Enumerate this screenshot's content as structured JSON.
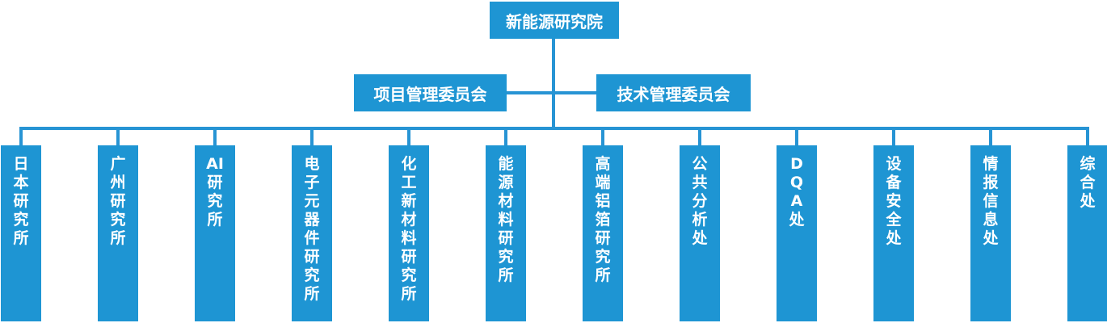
{
  "chart": {
    "type": "org-chart",
    "root": {
      "label": "新能源研究院"
    },
    "committees": [
      {
        "label": "项目管理委员会"
      },
      {
        "label": "技术管理委员会"
      }
    ],
    "departments": [
      {
        "label": "日本研究所"
      },
      {
        "label": "广州研究所"
      },
      {
        "label": "AI研究所"
      },
      {
        "label": "电子元器件研究所"
      },
      {
        "label": "化工新材料研究所"
      },
      {
        "label": "能源材料研究所"
      },
      {
        "label": "高端铝箔研究所"
      },
      {
        "label": "公共分析处"
      },
      {
        "label": "DQA处"
      },
      {
        "label": "设备安全处"
      },
      {
        "label": "情报信息处"
      },
      {
        "label": "综合处"
      }
    ],
    "colors": {
      "node_fill": "#1E95D3",
      "line": "#2794D4",
      "text": "#FFFFFF",
      "background": "#FFFFFF"
    }
  }
}
